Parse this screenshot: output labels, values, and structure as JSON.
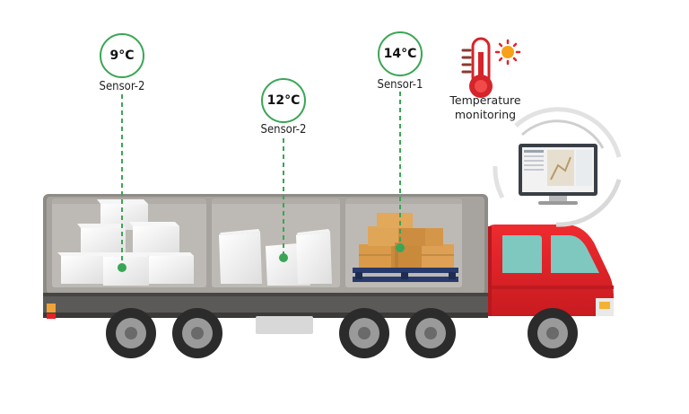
{
  "sensors": [
    {
      "temperature": "9°C",
      "label": "Sensor-2"
    },
    {
      "temperature": "12°C",
      "label": "Sensor-2"
    },
    {
      "temperature": "14°C",
      "label": "Sensor-1"
    }
  ],
  "caption": {
    "line1": "Temperature",
    "line2": "monitoring"
  },
  "icons": {
    "thermometer": "thermometer-icon",
    "sun": "sun-icon",
    "monitor": "monitor-icon"
  },
  "colors": {
    "sensor_green": "#3aa655",
    "cab_red": "#e3232a",
    "cargo_gray": "#bdbab5",
    "body_gray": "#8d8985"
  }
}
